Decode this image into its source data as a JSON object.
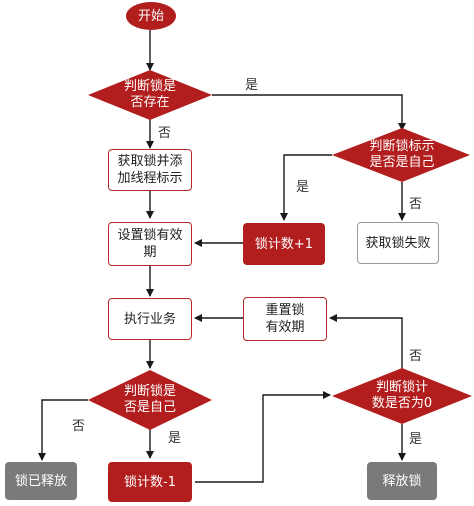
{
  "nodes": {
    "start": "开始",
    "d1": "判断锁是\n否存在",
    "p_acquire": "获取锁并添\n加线程标示",
    "d2": "判断锁标示\n是否是自己",
    "p_set_expiry": "设置锁有效\n期",
    "p_count_inc": "锁计数+1",
    "p_fail": "获取锁失败",
    "p_exec": "执行业务",
    "p_reset": "重置锁\n有效期",
    "d3": "判断锁是\n否是自己",
    "d4": "判断锁计\n数是否为0",
    "p_released": "锁已释放",
    "p_count_dec": "锁计数-1",
    "p_release": "释放锁"
  },
  "edges": {
    "d1_yes": "是",
    "d1_no": "否",
    "d2_yes": "是",
    "d2_no": "否",
    "d3_no": "否",
    "d3_yes": "是",
    "d4_no": "否",
    "d4_yes": "是"
  },
  "colors": {
    "accent": "#b21e1e",
    "line": "#1a1a1a",
    "gray": "#7a7a7a"
  }
}
